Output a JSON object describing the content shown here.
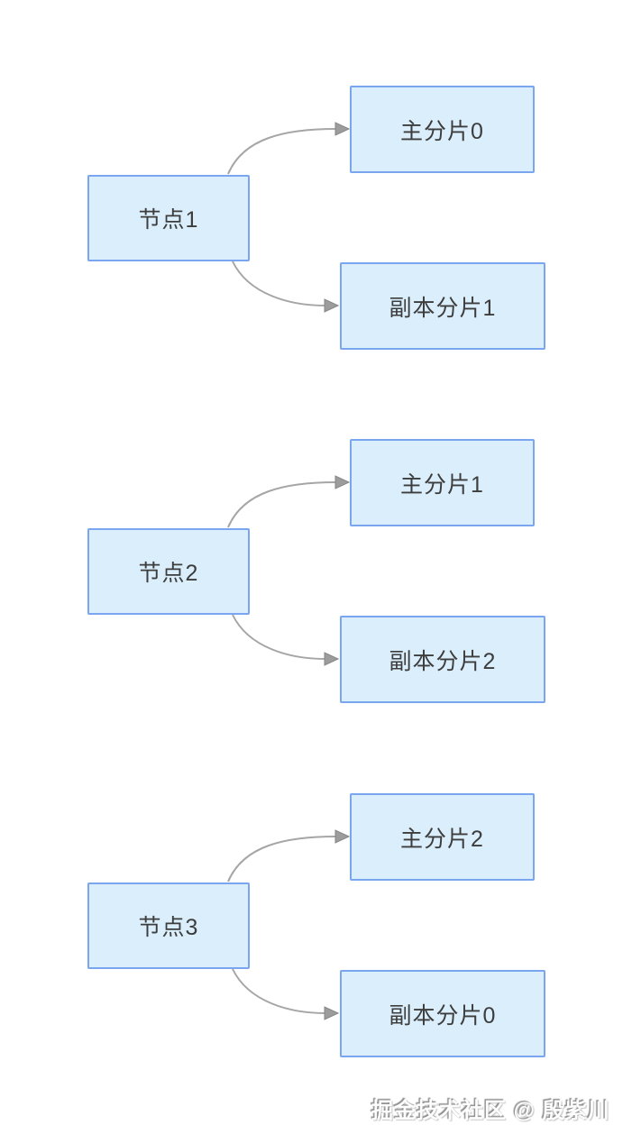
{
  "diagram": {
    "title_hint": "cluster nodes and shards diagram",
    "groups": [
      {
        "node": "节点1",
        "primary": "主分片0",
        "replica": "副本分片1"
      },
      {
        "node": "节点2",
        "primary": "主分片1",
        "replica": "副本分片2"
      },
      {
        "node": "节点3",
        "primary": "主分片2",
        "replica": "副本分片0"
      }
    ],
    "colors": {
      "background": "#ffffff",
      "box_fill": "#daeefb",
      "box_border": "#7aa5ef",
      "text": "#3d3d3d",
      "arrow_line": "#a6a6a6",
      "arrow_head": "#9c9c9c"
    }
  },
  "watermark": {
    "text": "掘金技术社区 @ 殷紫川"
  }
}
